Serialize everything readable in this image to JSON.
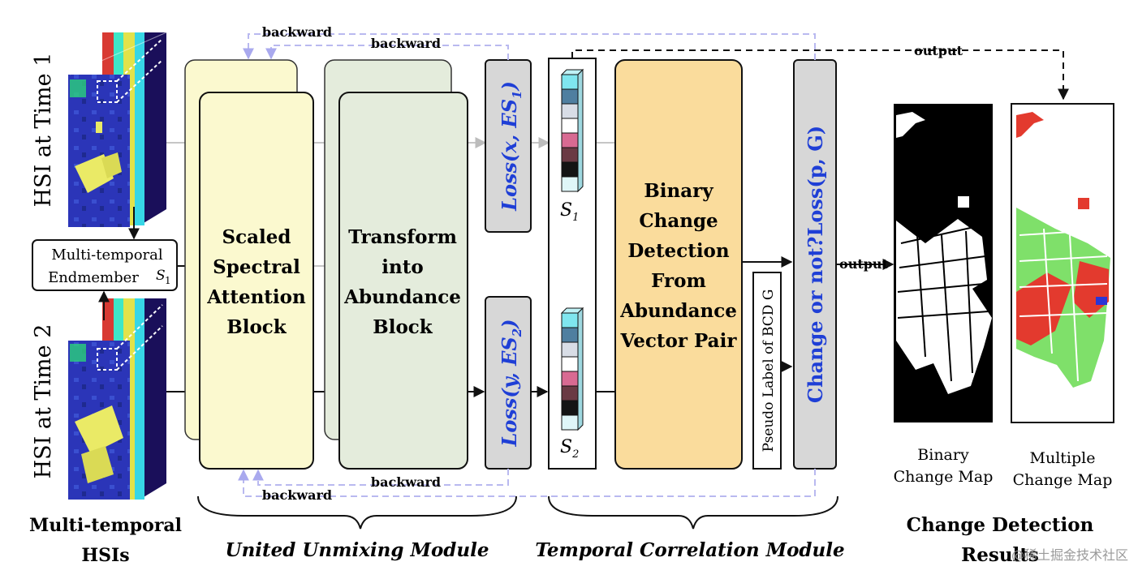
{
  "inputs": {
    "time1_label": "HSI at Time 1",
    "time2_label": "HSI at Time 2",
    "caption_line1": "Multi-temporal",
    "caption_line2": "HSIs"
  },
  "endmember": {
    "line1": "Multi-temporal",
    "line2": "Endmember",
    "symbol": "S",
    "subscript": "1"
  },
  "blocks": {
    "attention": [
      "Scaled",
      "Spectral",
      "Attention",
      "Block"
    ],
    "transform": [
      "Transform",
      "into",
      "Abundance",
      "Block"
    ],
    "bcd": [
      "Binary",
      "Change",
      "Detection",
      "From",
      "Abundance",
      "Vector Pair"
    ]
  },
  "losses": {
    "loss1": "Loss(x, ES",
    "loss1_sub": "1",
    "loss1_close": ")",
    "loss2": "Loss(y, ES",
    "loss2_sub": "2",
    "loss2_close": ")",
    "change": "Change or not?Loss(p, G)"
  },
  "abundance": {
    "s1_symbol": "S",
    "s1_sub": "1",
    "s2_symbol": "S",
    "s2_sub": "2"
  },
  "pseudo_label": "Pseudo Label of BCD G",
  "arrows": {
    "backward": "backward",
    "output": "output"
  },
  "modules": {
    "unmixing": "United Unmixing Module",
    "temporal": "Temporal Correlation Module"
  },
  "results": {
    "binary_line1": "Binary",
    "binary_line2": "Change Map",
    "multiple_line1": "Multiple",
    "multiple_line2": "Change Map",
    "title_line1": "Change Detection",
    "title_line2": "Results"
  },
  "watermark": "@稀土掘金技术社区",
  "colors": {
    "attention_fill": "#fbf9cf",
    "transform_fill": "#e4ecdc",
    "bcd_fill": "#fadc9c",
    "loss_fill": "#d7d7d7",
    "loss_text": "#1f3fd6",
    "backward_arrow": "#b9b9f0",
    "change_red": "#e33a2e",
    "change_green": "#7fe06a"
  }
}
